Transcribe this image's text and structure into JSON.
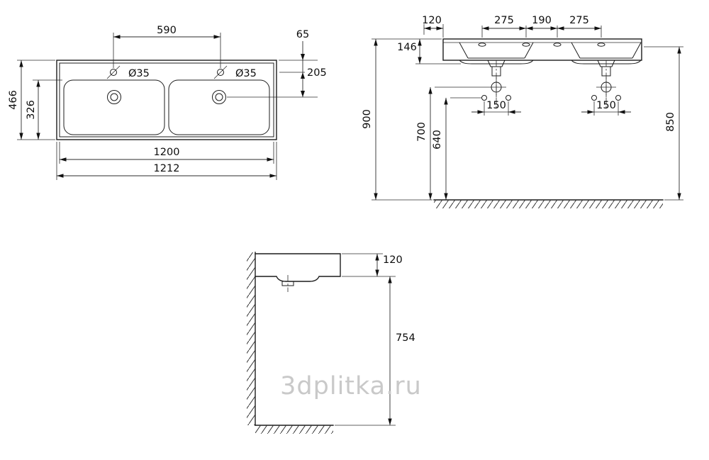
{
  "watermark": "3dplitka.ru",
  "plan": {
    "hole_left": "Ø35",
    "hole_right": "Ø35",
    "faucet_spacing": "590",
    "hole_back_offset": "65",
    "drain_back_offset": "205",
    "depth_total": "466",
    "basin_front": "326",
    "width_basin_span": "1200",
    "width_total": "1212"
  },
  "front": {
    "hole_gap_left": "275",
    "hole_gap_center": "190",
    "hole_gap_right": "275",
    "edge_offset": "120",
    "apron_height": "146",
    "rim_to_floor": "900",
    "trap_to_floor": "700",
    "fixings_to_floor": "640",
    "underside_to_floor": "850",
    "fixing_spacing_left": "150",
    "fixing_spacing_right": "150"
  },
  "side": {
    "thickness": "120",
    "clearance_to_floor": "754"
  }
}
